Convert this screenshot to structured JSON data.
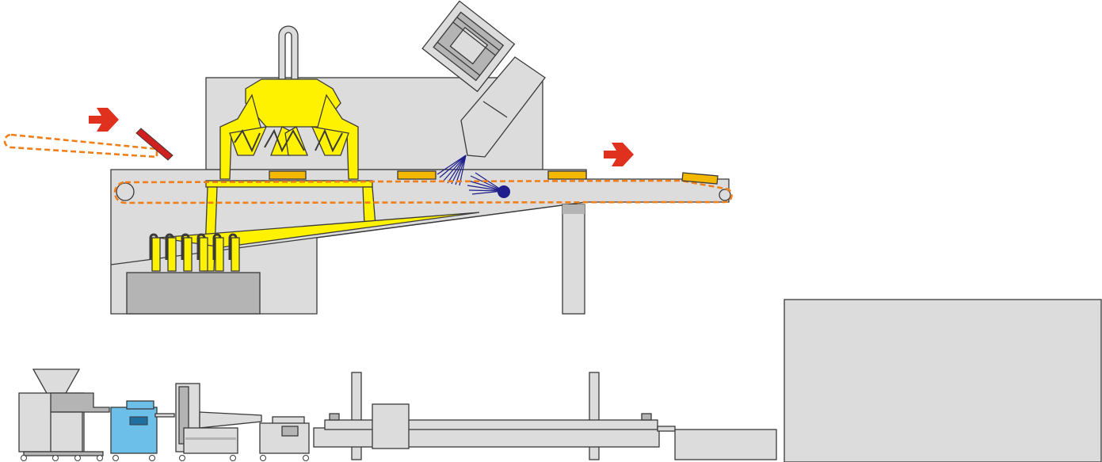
{
  "colors": {
    "machine": "#dcdcdc",
    "machine_dark": "#b4b4b4",
    "outline": "#3a3a3a",
    "glaze": "#fff200",
    "product": "#f5b800",
    "belt_dashes": "#ef7f1a",
    "arrow": "#e0301e",
    "spray": "#1e1e8c",
    "blue_machine": "#6cbfe8"
  },
  "icons": {
    "infeed_arrow": "right-arrow-icon",
    "outfeed_arrow": "right-arrow-icon",
    "spray_nozzle": "spray-nozzle-icon"
  },
  "diagram": {
    "components": [
      "infeed-conveyor",
      "transfer-deflector",
      "glazing-machine-housing",
      "glaze-hopper",
      "motor-drive",
      "spray-nozzle",
      "glaze-curtain-manifold",
      "glaze-collection-tank",
      "wire-belt-conveyor",
      "support-leg",
      "production-line"
    ]
  }
}
